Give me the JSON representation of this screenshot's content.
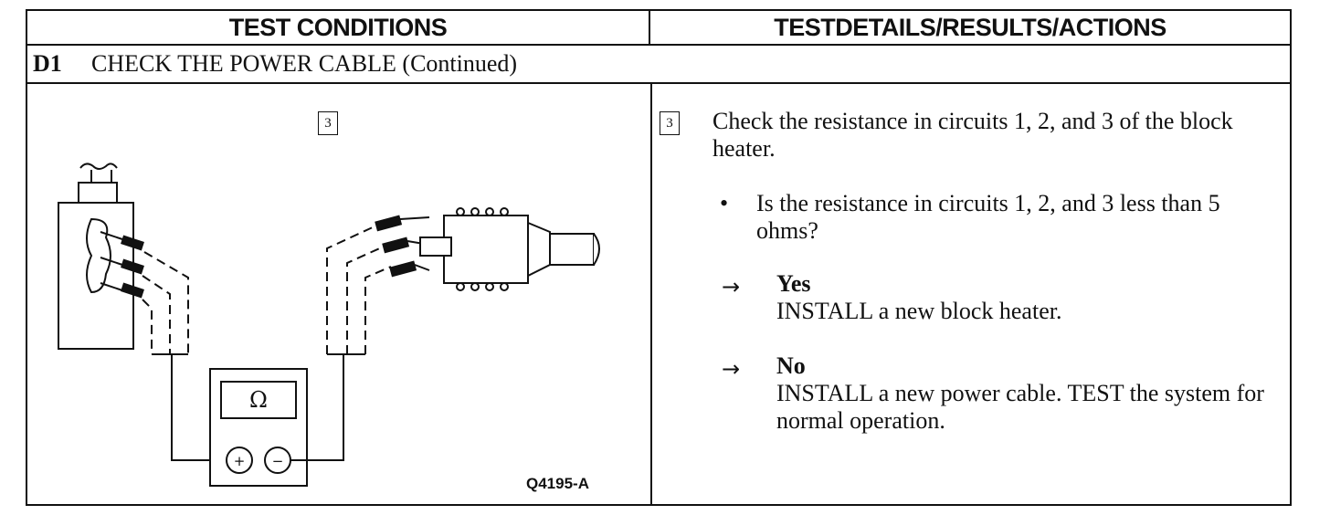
{
  "header": {
    "left": "TEST CONDITIONS",
    "right": "TESTDETAILS/RESULTS/ACTIONS"
  },
  "section": {
    "code": "D1",
    "title": "CHECK THE POWER CABLE (Continued)"
  },
  "figure": {
    "step": "3",
    "meter_symbol": "Ω",
    "plus": "+",
    "minus": "−",
    "code": "Q4195-A"
  },
  "details": {
    "step": "3",
    "instruction": "Check the resistance in circuits 1, 2, and 3 of the block heater.",
    "bullet": "•",
    "question": "Is the resistance in circuits 1, 2, and 3 less than 5 ohms?",
    "arrow": "→",
    "yes_label": "Yes",
    "yes_action": "INSTALL a new block heater.",
    "no_label": "No",
    "no_action": "INSTALL a new power cable. TEST the system for normal operation."
  }
}
